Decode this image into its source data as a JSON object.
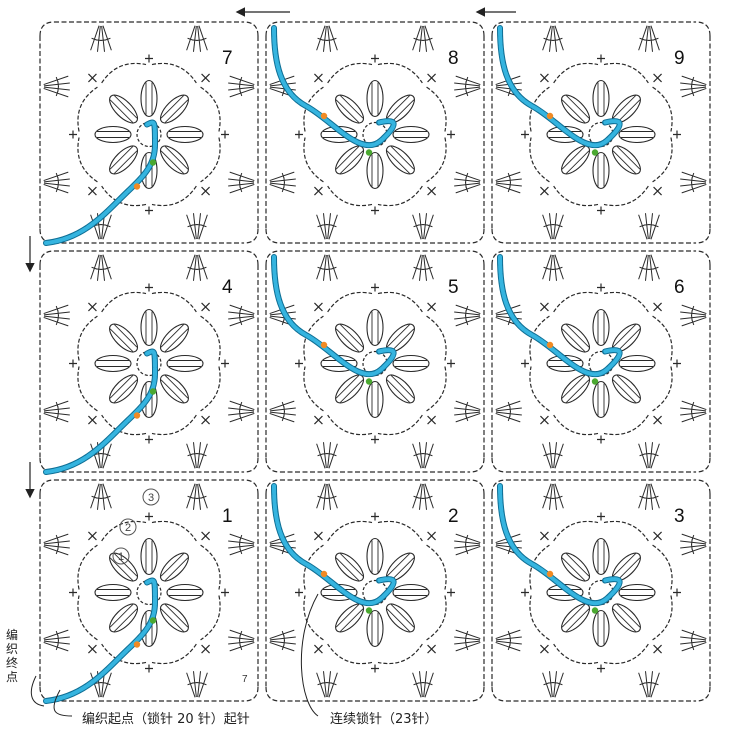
{
  "motifs": [
    {
      "number": "7",
      "chain_path": "left"
    },
    {
      "number": "8",
      "chain_path": "right"
    },
    {
      "number": "9",
      "chain_path": "right"
    },
    {
      "number": "4",
      "chain_path": "left"
    },
    {
      "number": "5",
      "chain_path": "right"
    },
    {
      "number": "6",
      "chain_path": "right"
    },
    {
      "number": "1",
      "chain_path": "left"
    },
    {
      "number": "2",
      "chain_path": "right"
    },
    {
      "number": "3",
      "chain_path": "right"
    }
  ],
  "round_markers": [
    "1",
    "2",
    "3"
  ],
  "labels": {
    "end_point": "编织终点",
    "start_point": "编织起点（锁针 20 针）起针",
    "continuous_chain": "连续锁针（23针）",
    "small_number": "7"
  },
  "colors": {
    "chain_path": "#35b4df",
    "chain_outline": "#0f6f95",
    "marker_orange": "#f08a24",
    "marker_green": "#4aa830",
    "stitch_ink": "#2a2a2a"
  }
}
